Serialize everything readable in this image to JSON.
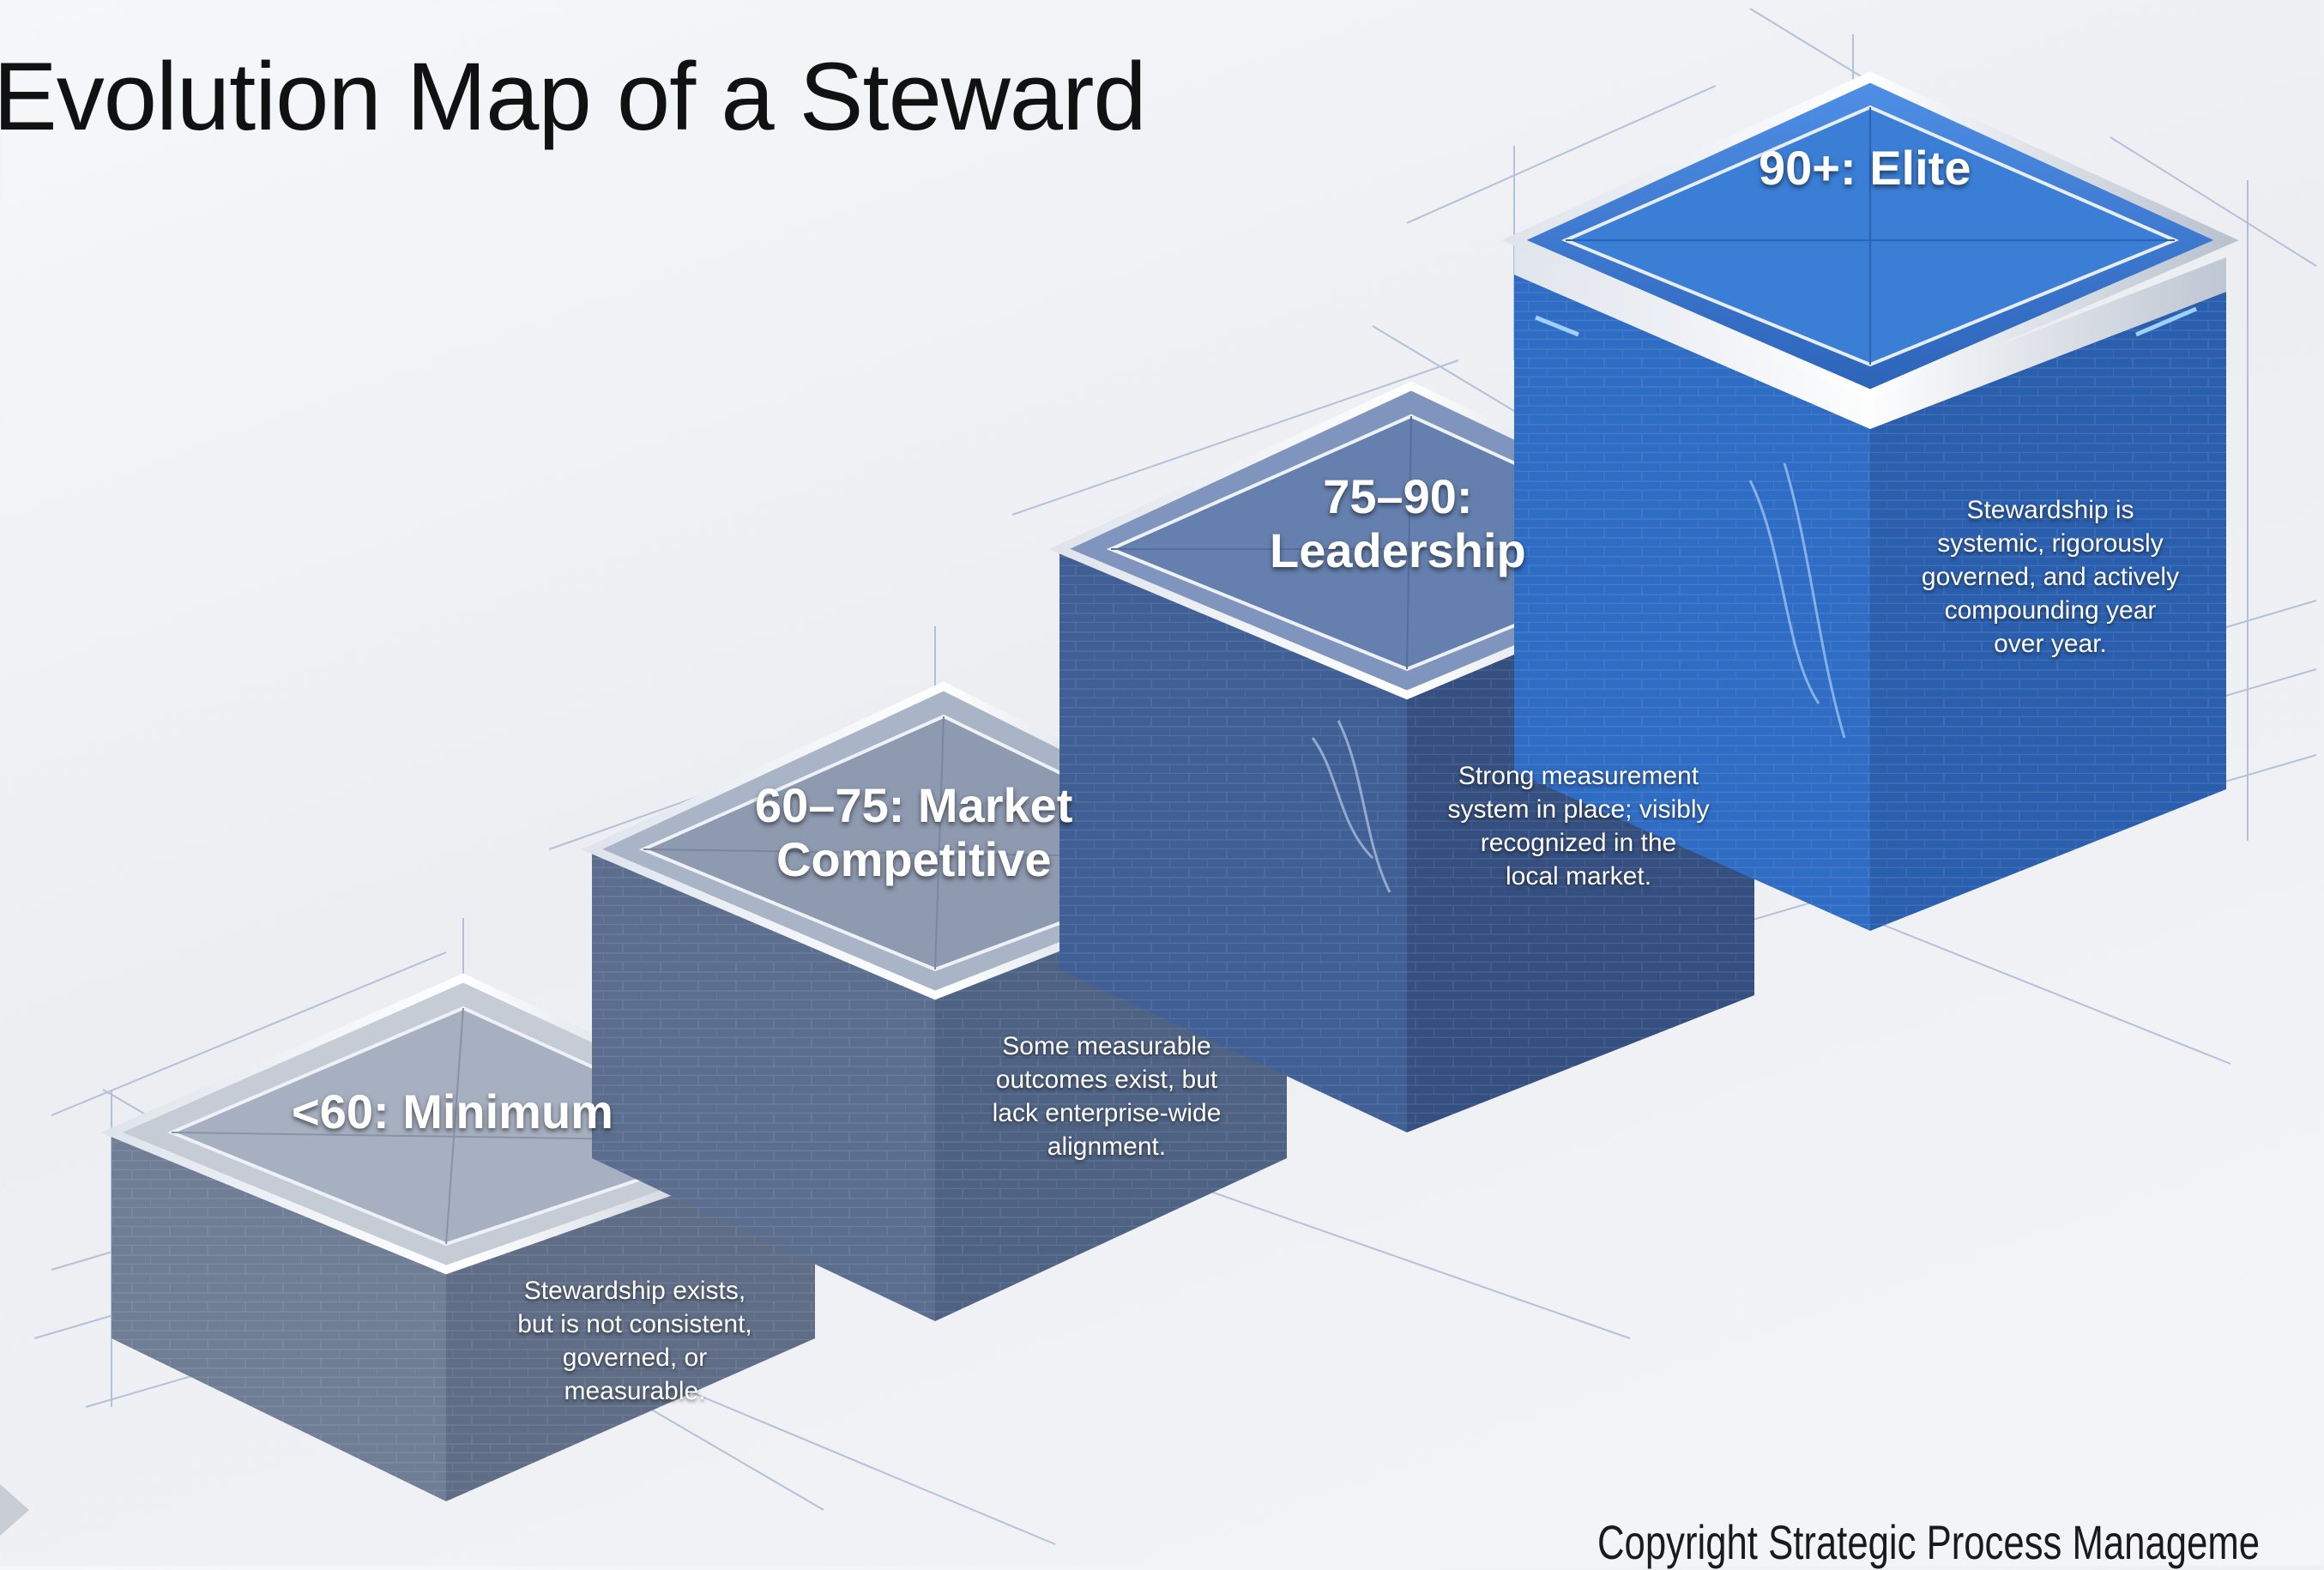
{
  "title": "Evolution Map of a Steward",
  "levels": [
    {
      "label_lines": [
        "<60: Minimum"
      ],
      "desc_lines": [
        "Stewardship exists,",
        "but is not consistent,",
        "governed, or",
        "measurable."
      ]
    },
    {
      "label_lines": [
        "60–75: Market",
        "Competitive"
      ],
      "desc_lines": [
        "Some measurable",
        "outcomes exist, but",
        "lack enterprise-wide",
        "alignment."
      ]
    },
    {
      "label_lines": [
        "75–90:",
        "Leadership"
      ],
      "desc_lines": [
        "Strong measurement",
        "system in place; visibly",
        "recognized in the",
        "local market."
      ]
    },
    {
      "label_lines": [
        "90+: Elite"
      ],
      "desc_lines": [
        "Stewardship is",
        "systemic, rigorously",
        "governed, and actively",
        "compounding year",
        "over year."
      ]
    }
  ],
  "copyright": "Copyright Strategic Process Manageme",
  "colors": {
    "level1": "#6f7d95",
    "level2": "#5b6e8f",
    "level3": "#3f5f95",
    "level4": "#2f6cc4",
    "blueprint_line": "#8ea6c8"
  }
}
